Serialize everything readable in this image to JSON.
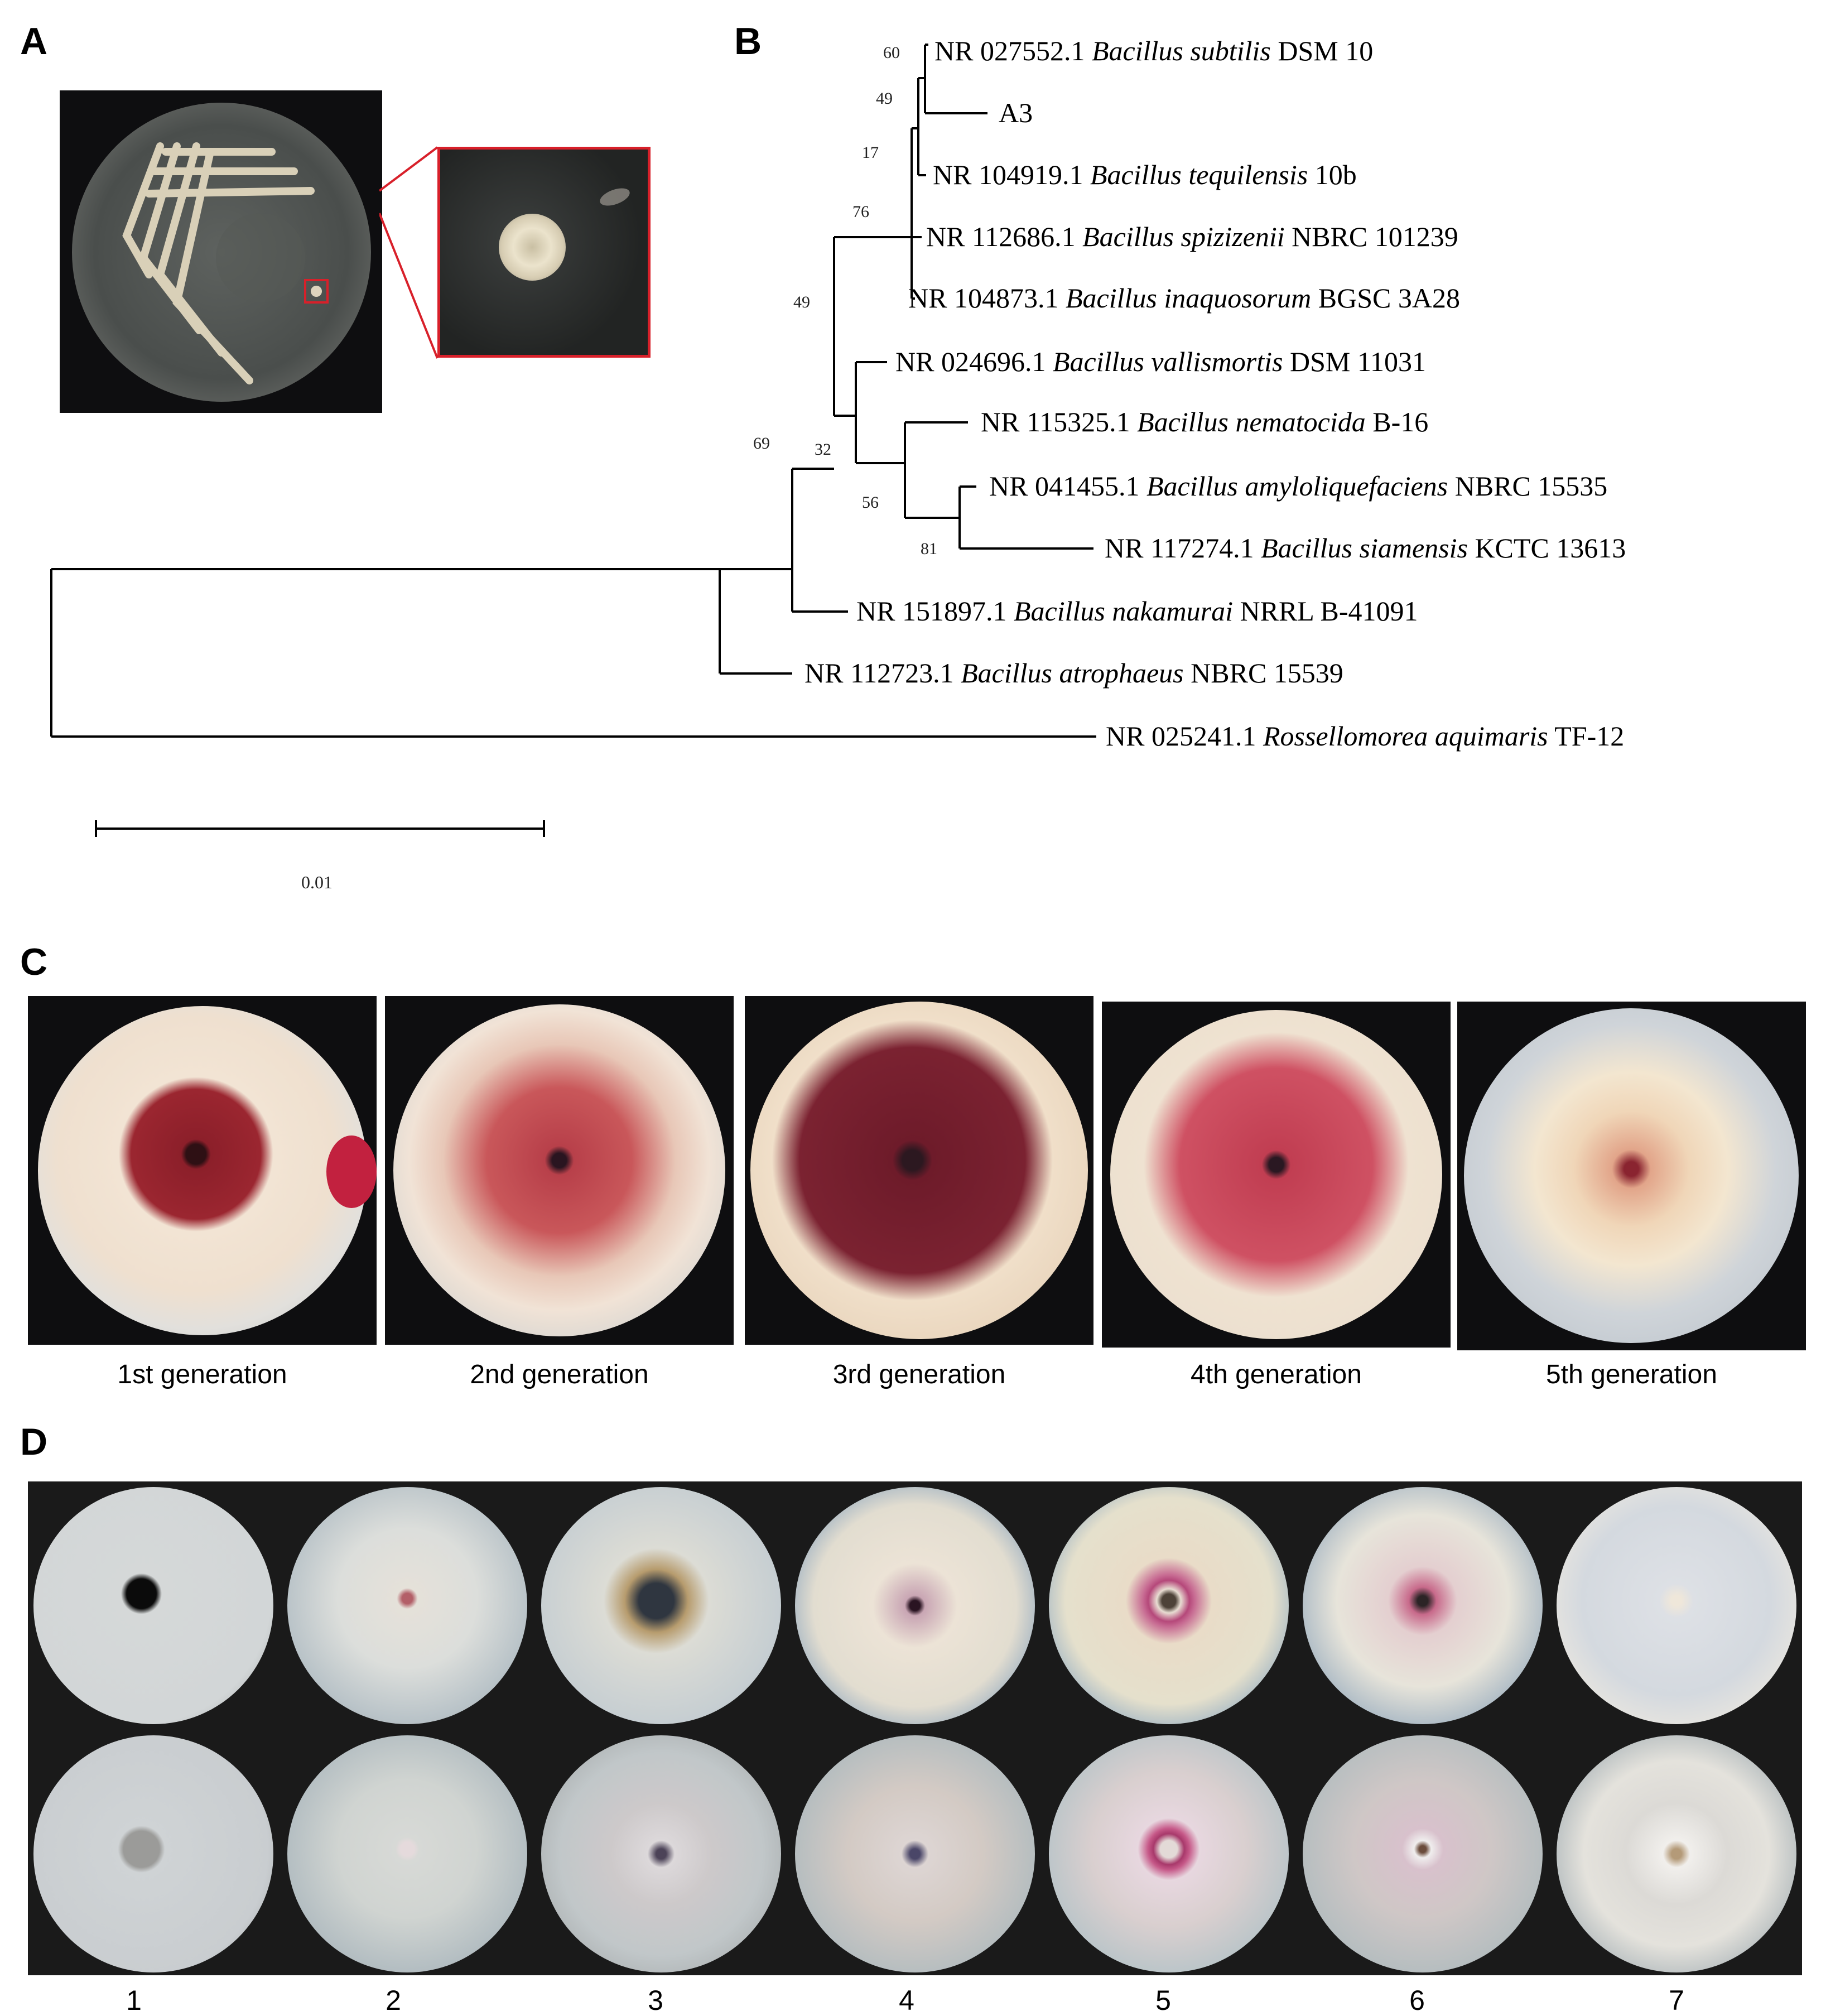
{
  "figure": {
    "panels": {
      "A": {
        "label": "A",
        "images": [
          {
            "name": "streak-plate-photo",
            "description": "Streak plate of isolate with selected single colony"
          },
          {
            "name": "colony-zoom-inset",
            "description": "Magnified single colony"
          }
        ],
        "inset_border_color": "#d8202a"
      },
      "B": {
        "label": "B",
        "scale_bar_label": "0.01",
        "taxa": [
          {
            "accession": "NR 027552.1",
            "genus": "Bacillus",
            "species": "subtilis",
            "strain": "DSM 10"
          },
          {
            "accession": "",
            "genus": "",
            "species": "",
            "strain": "A3"
          },
          {
            "accession": "NR 104919.1",
            "genus": "Bacillus",
            "species": "tequilensis",
            "strain": "10b"
          },
          {
            "accession": "NR 112686.1",
            "genus": "Bacillus",
            "species": "spizizenii",
            "strain": "NBRC 101239"
          },
          {
            "accession": "NR 104873.1",
            "genus": "Bacillus",
            "species": "inaquosorum",
            "strain": "BGSC 3A28"
          },
          {
            "accession": "NR 024696.1",
            "genus": "Bacillus",
            "species": "vallismortis",
            "strain": "DSM 11031"
          },
          {
            "accession": "NR 115325.1",
            "genus": "Bacillus",
            "species": "nematocida",
            "strain": "B-16"
          },
          {
            "accession": "NR 041455.1",
            "genus": "Bacillus",
            "species": "amyloliquefaciens",
            "strain": "NBRC 15535"
          },
          {
            "accession": "NR 117274.1",
            "genus": "Bacillus",
            "species": "siamensis",
            "strain": "KCTC 13613"
          },
          {
            "accession": "NR 151897.1",
            "genus": "Bacillus",
            "species": "nakamurai",
            "strain": "NRRL B-41091"
          },
          {
            "accession": "NR 112723.1",
            "genus": "Bacillus",
            "species": "atrophaeus",
            "strain": "NBRC 15539"
          },
          {
            "accession": "NR 025241.1",
            "genus": "Rossellomorea",
            "species": "aquimaris",
            "strain": "TF-12"
          }
        ],
        "bootstrap_values": [
          "60",
          "49",
          "17",
          "76",
          "49",
          "32",
          "56",
          "81",
          "69"
        ]
      },
      "C": {
        "label": "C",
        "captions": [
          "1st generation",
          "2nd generation",
          "3rd generation",
          "4th generation",
          "5th generation"
        ]
      },
      "D": {
        "label": "D",
        "column_labels": [
          "1",
          "2",
          "3",
          "4",
          "5",
          "6",
          "7"
        ],
        "rows": 2
      }
    }
  },
  "chart_data": {
    "type": "table",
    "title": "Phylogenetic tree (16S rRNA) of isolate A3",
    "scale_bar": "0.01",
    "leaves": [
      "NR 027552.1 Bacillus subtilis DSM 10",
      "A3",
      "NR 104919.1 Bacillus tequilensis 10b",
      "NR 112686.1 Bacillus spizizenii NBRC 101239",
      "NR 104873.1 Bacillus inaquosorum BGSC 3A28",
      "NR 024696.1 Bacillus vallismortis DSM 11031",
      "NR 115325.1 Bacillus nematocida B-16",
      "NR 041455.1 Bacillus amyloliquefaciens NBRC 15535",
      "NR 117274.1 Bacillus siamensis KCTC 13613",
      "NR 151897.1 Bacillus nakamurai NRRL B-41091",
      "NR 112723.1 Bacillus atrophaeus NBRC 15539",
      "NR 025241.1 Rossellomorea aquimaris TF-12"
    ],
    "bootstrap": [
      60,
      49,
      17,
      76,
      49,
      32,
      56,
      81,
      69
    ]
  }
}
